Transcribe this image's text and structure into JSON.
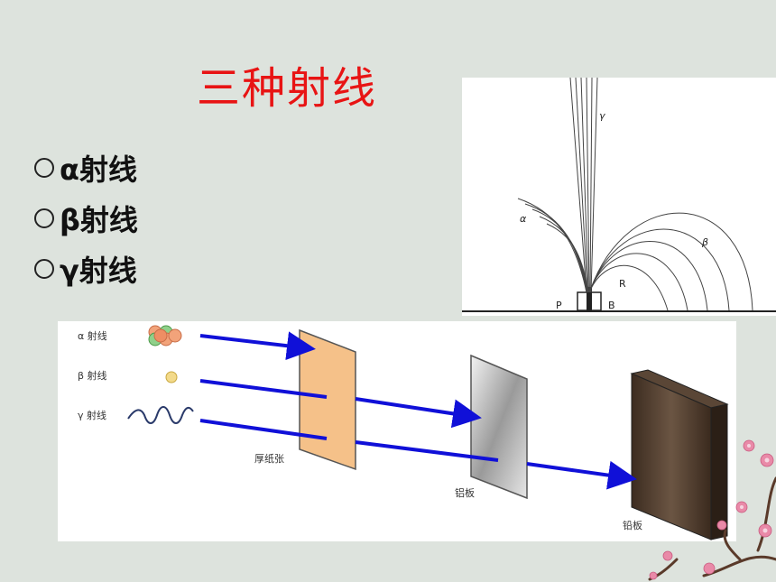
{
  "slide": {
    "title": "三种射线",
    "bullets": [
      "α射线",
      "β射线",
      "γ射线"
    ]
  },
  "deflection_diagram": {
    "gamma_label": "γ",
    "alpha_label": "α",
    "beta_label": "β",
    "field_label": "R",
    "left_label": "P",
    "right_label": "B"
  },
  "penetration_diagram": {
    "alpha_ray_label": "α 射线",
    "beta_ray_label": "β 射线",
    "gamma_ray_label": "γ 射线",
    "paper_label": "厚纸张",
    "thin_lead_label": "铝板",
    "thick_lead_label": "铅板",
    "arrow_color": "#1010d8"
  }
}
